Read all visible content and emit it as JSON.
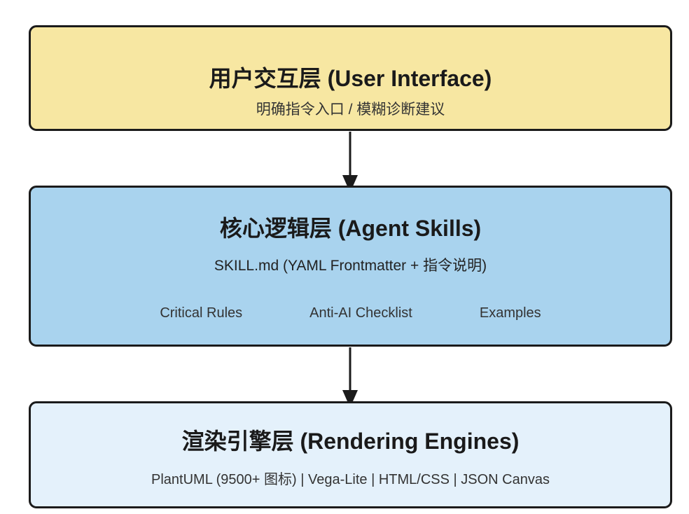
{
  "diagram": {
    "background_color": "#ffffff",
    "border_color": "#1b1b1b",
    "arrow_color": "#1b1b1b",
    "layers": [
      {
        "id": "user-interface",
        "title": "用户交互层 (User Interface)",
        "subtitle": "明确指令入口 / 模糊诊断建议",
        "fill": "#F7E7A2",
        "items": []
      },
      {
        "id": "agent-skills",
        "title": "核心逻辑层 (Agent Skills)",
        "subtitle": "SKILL.md (YAML Frontmatter + 指令说明)",
        "fill": "#A9D3EE",
        "items": [
          "Critical Rules",
          "Anti-AI Checklist",
          "Examples"
        ]
      },
      {
        "id": "rendering-engines",
        "title": "渲染引擎层 (Rendering Engines)",
        "subtitle": "PlantUML (9500+ 图标) | Vega-Lite | HTML/CSS | JSON Canvas",
        "fill": "#E4F1FB",
        "items": []
      }
    ],
    "arrows": [
      {
        "from": "user-interface",
        "to": "agent-skills"
      },
      {
        "from": "agent-skills",
        "to": "rendering-engines"
      }
    ]
  }
}
